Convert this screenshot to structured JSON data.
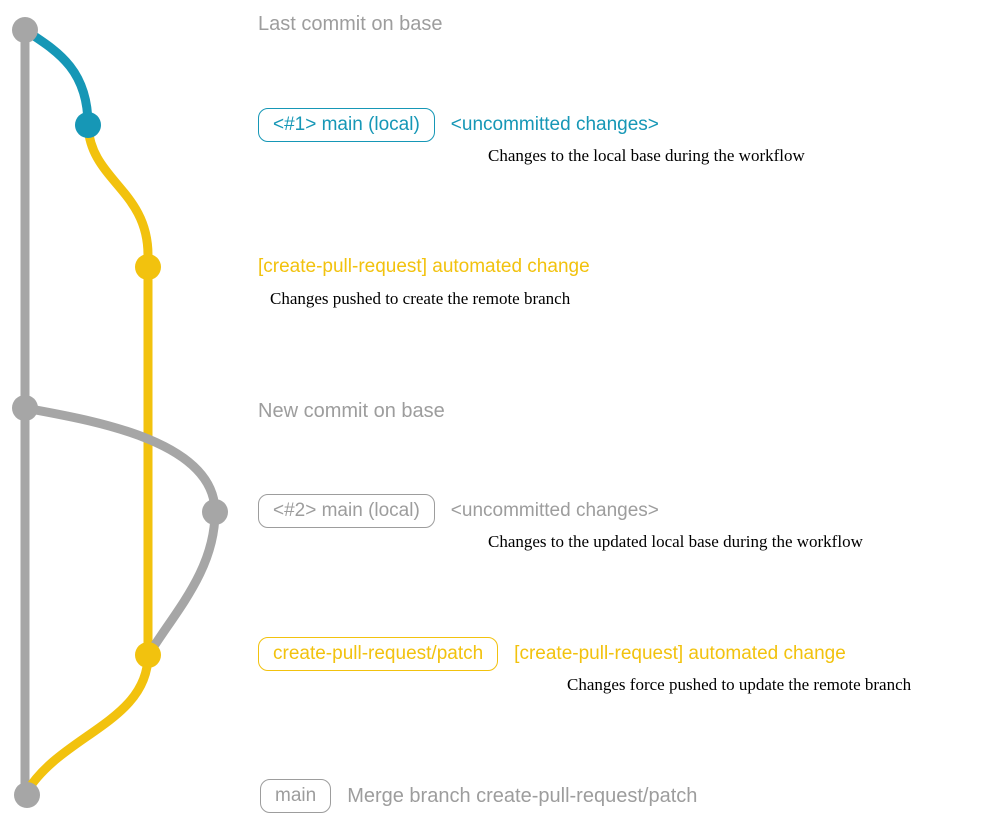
{
  "colors": {
    "base_gray": "#A6A6A6",
    "local_teal": "#1697B6",
    "patch_yellow": "#F2C20E",
    "heading_gray": "#9D9D9D"
  },
  "events": {
    "last_commit": {
      "text": "Last commit on base"
    },
    "local1": {
      "badge": "<#1> main (local)",
      "tag": "<uncommitted changes>",
      "note": "Changes to the local base during the workflow"
    },
    "patch1": {
      "label": "[create-pull-request] automated change",
      "note": "Changes pushed to create the remote branch"
    },
    "new_commit": {
      "text": "New commit on base"
    },
    "local2": {
      "badge": "<#2> main (local)",
      "tag": "<uncommitted changes>",
      "note": "Changes to the updated local base during the workflow"
    },
    "patch2": {
      "badge": "create-pull-request/patch",
      "label": "[create-pull-request] automated change",
      "note": "Changes force pushed to update the remote branch"
    },
    "merge": {
      "badge": "main",
      "text": "Merge branch create-pull-request/patch"
    }
  }
}
